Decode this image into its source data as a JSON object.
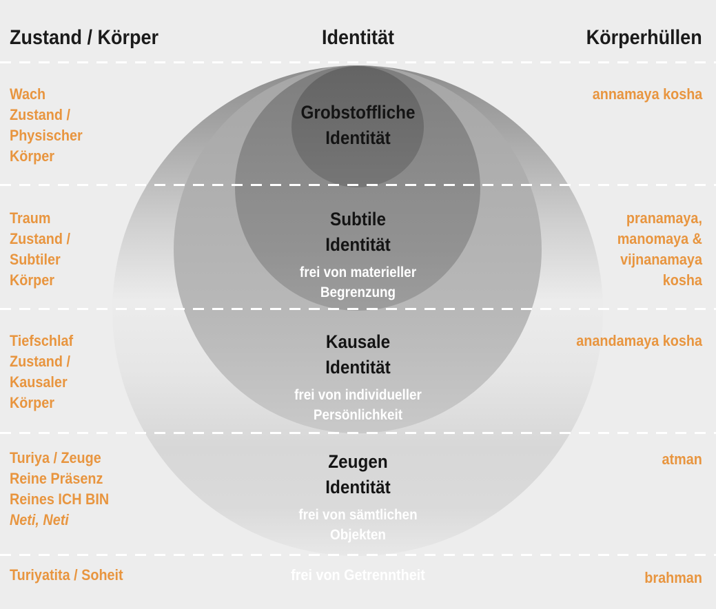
{
  "background_color": "#EDEDED",
  "accent_color": "#E8953F",
  "divider_color": "#FFFFFF",
  "title_row": {
    "left": "Zustand / Körper",
    "center": "Identität",
    "right": "Körperhüllen"
  },
  "rows": [
    {
      "name": "waking",
      "left_lines": [
        "Wach",
        "Zustand /",
        "Physischer",
        "Körper"
      ],
      "right_lines": [
        "annamaya kosha"
      ]
    },
    {
      "name": "dream",
      "left_lines": [
        "Traum",
        "Zustand /",
        "Subtiler",
        "Körper"
      ],
      "right_lines": [
        "pranamaya,",
        "manomaya &",
        "vijnanamaya",
        "kosha"
      ]
    },
    {
      "name": "deep-sleep",
      "left_lines": [
        "Tiefschlaf",
        "Zustand /",
        "Kausaler",
        "Körper"
      ],
      "right_lines": [
        "anandamaya kosha"
      ]
    },
    {
      "name": "turiya",
      "left_lines": [
        "Turiya / Zeuge",
        "Reine Präsenz",
        "Reines ICH BIN"
      ],
      "left_italic": "Neti, Neti",
      "right_lines": [
        "atman"
      ]
    },
    {
      "name": "turiyatita",
      "left_lines": [
        "Turiyatita / Soheit"
      ],
      "right_lines": [
        "brahman"
      ]
    }
  ],
  "circles": [
    {
      "name": "gross-identity",
      "title": [
        "Grobstoffliche",
        "Identität"
      ],
      "subtitle": [],
      "fill": "#6B6B6B"
    },
    {
      "name": "subtle-identity",
      "title": [
        "Subtile",
        "Identität"
      ],
      "subtitle": [
        "frei von materieller",
        "Begrenzung"
      ],
      "fill": "#8C8C8C"
    },
    {
      "name": "causal-identity",
      "title": [
        "Kausale",
        "Identität"
      ],
      "subtitle": [
        "frei von individueller",
        "Persönlichkeit"
      ],
      "fill": "#B3B3B3"
    },
    {
      "name": "witness-identity",
      "title": [
        "Zeugen",
        "Identität"
      ],
      "subtitle": [
        "frei von sämtlichen",
        "Objekten"
      ],
      "fill": "#D8D8D8"
    }
  ],
  "bottom_caption": "frei von Getrenntheit"
}
